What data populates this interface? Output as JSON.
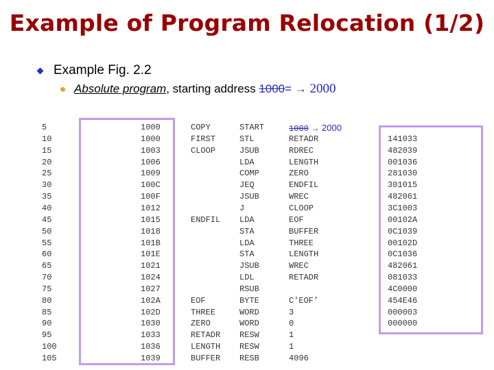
{
  "slide": {
    "title": "Example of Program Relocation (1/2)",
    "bullets": {
      "level1": {
        "icon": "diamond-bullet-icon",
        "text": "Example Fig. 2.2",
        "color": "#1a2fd0"
      },
      "level2": {
        "icon": "dot-bullet-icon",
        "emphasis": "Absolute program",
        "text": ", starting address ",
        "old_address": "1000",
        "equals": "=",
        "arrow": " → ",
        "new_address": "2000",
        "color": "#f0a030"
      }
    }
  },
  "listing": {
    "start_annotation": {
      "old": "1000",
      "arrow": "→",
      "new": "2000"
    },
    "rows": [
      {
        "line": "5",
        "loc": "1000",
        "label": "COPY",
        "op": "START",
        "operand": "",
        "obj": ""
      },
      {
        "line": "10",
        "loc": "1000",
        "label": "FIRST",
        "op": "STL",
        "operand": "RETADR",
        "obj": "141033"
      },
      {
        "line": "15",
        "loc": "1003",
        "label": "CLOOP",
        "op": "JSUB",
        "operand": "RDREC",
        "obj": "482039"
      },
      {
        "line": "20",
        "loc": "1006",
        "label": "",
        "op": "LDA",
        "operand": "LENGTH",
        "obj": "001036"
      },
      {
        "line": "25",
        "loc": "1009",
        "label": "",
        "op": "COMP",
        "operand": "ZERO",
        "obj": "281030"
      },
      {
        "line": "30",
        "loc": "100C",
        "label": "",
        "op": "JEQ",
        "operand": "ENDFIL",
        "obj": "301015"
      },
      {
        "line": "35",
        "loc": "100F",
        "label": "",
        "op": "JSUB",
        "operand": "WREC",
        "obj": "482061"
      },
      {
        "line": "40",
        "loc": "1012",
        "label": "",
        "op": "J",
        "operand": "CLOOP",
        "obj": "3C1003"
      },
      {
        "line": "45",
        "loc": "1015",
        "label": "ENDFIL",
        "op": "LDA",
        "operand": "EOF",
        "obj": "00102A"
      },
      {
        "line": "50",
        "loc": "1018",
        "label": "",
        "op": "STA",
        "operand": "BUFFER",
        "obj": "0C1039"
      },
      {
        "line": "55",
        "loc": "101B",
        "label": "",
        "op": "LDA",
        "operand": "THREE",
        "obj": "00102D"
      },
      {
        "line": "60",
        "loc": "101E",
        "label": "",
        "op": "STA",
        "operand": "LENGTH",
        "obj": "0C1036"
      },
      {
        "line": "65",
        "loc": "1021",
        "label": "",
        "op": "JSUB",
        "operand": "WREC",
        "obj": "482061"
      },
      {
        "line": "70",
        "loc": "1024",
        "label": "",
        "op": "LDL",
        "operand": "RETADR",
        "obj": "081033"
      },
      {
        "line": "75",
        "loc": "1027",
        "label": "",
        "op": "RSUB",
        "operand": "",
        "obj": "4C0000"
      },
      {
        "line": "80",
        "loc": "102A",
        "label": "EOF",
        "op": "BYTE",
        "operand": "C'EOF'",
        "obj": "454E46"
      },
      {
        "line": "85",
        "loc": "102D",
        "label": "THREE",
        "op": "WORD",
        "operand": "3",
        "obj": "000003"
      },
      {
        "line": "90",
        "loc": "1030",
        "label": "ZERO",
        "op": "WORD",
        "operand": "0",
        "obj": "000000"
      },
      {
        "line": "95",
        "loc": "1033",
        "label": "RETADR",
        "op": "RESW",
        "operand": "1",
        "obj": ""
      },
      {
        "line": "100",
        "loc": "1036",
        "label": "LENGTH",
        "op": "RESW",
        "operand": "1",
        "obj": ""
      },
      {
        "line": "105",
        "loc": "1039",
        "label": "BUFFER",
        "op": "RESB",
        "operand": "4096",
        "obj": ""
      }
    ]
  },
  "colors": {
    "title": "#990000",
    "highlight_box": "#c39bea",
    "annotation_blue": "#2222cc"
  }
}
